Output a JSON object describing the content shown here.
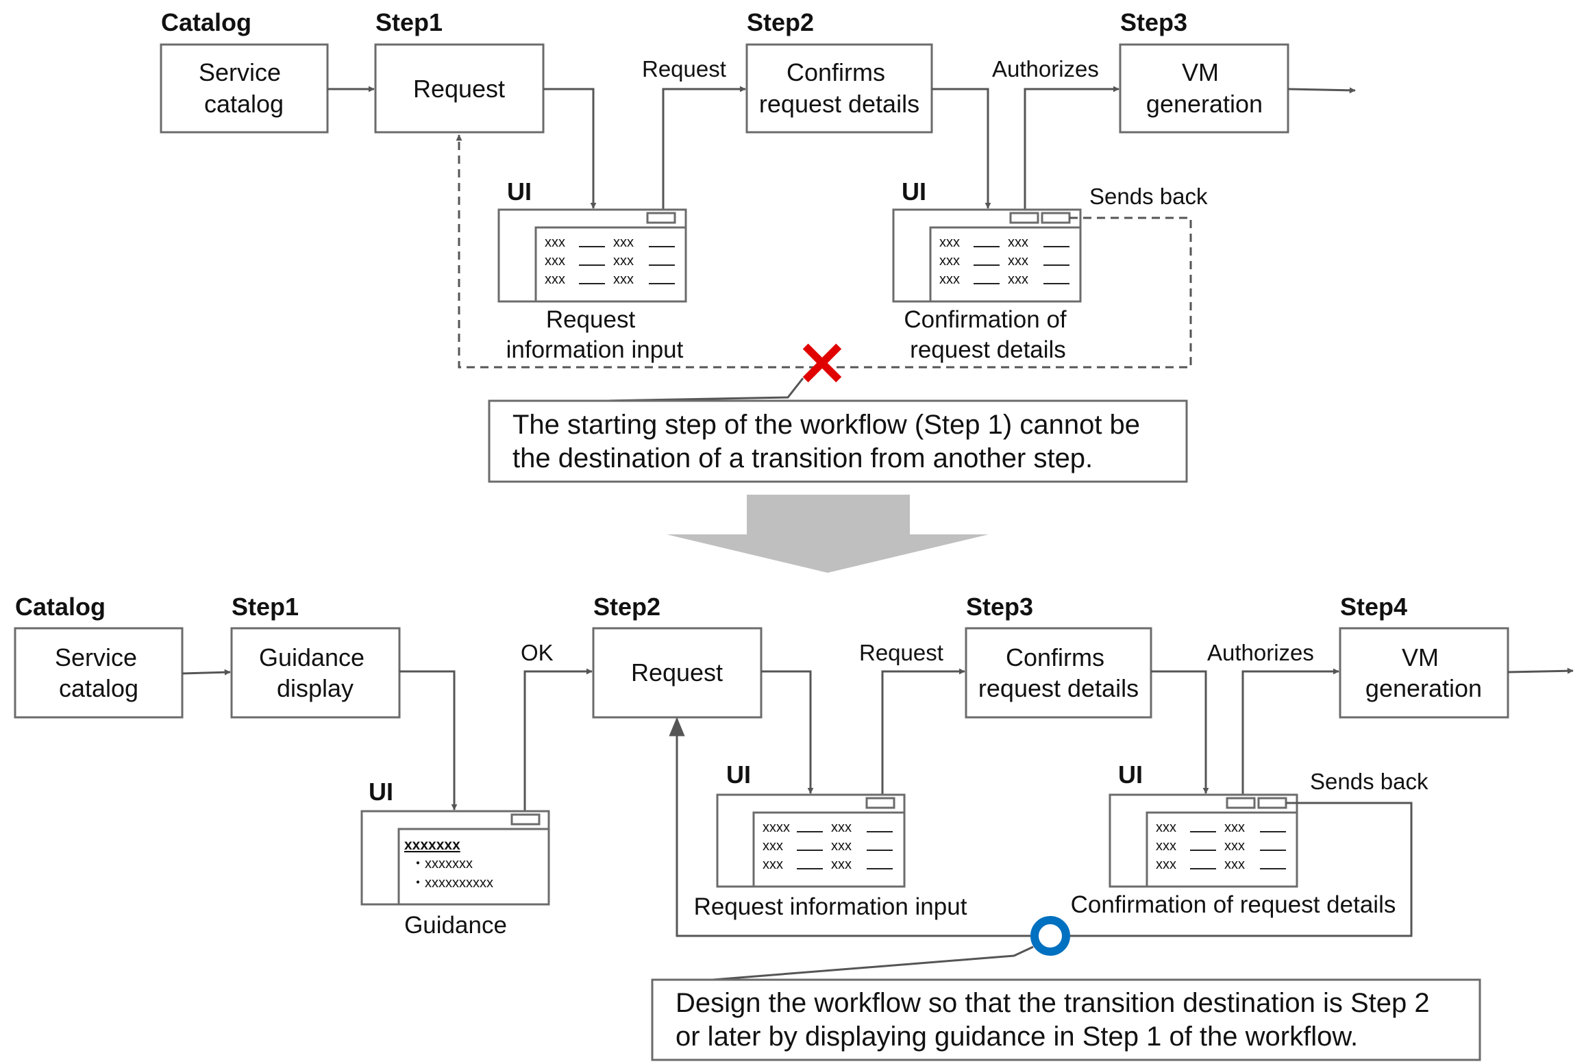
{
  "top": {
    "catalog": {
      "label": "Catalog",
      "text": [
        "Service",
        "catalog"
      ]
    },
    "step1": {
      "label": "Step1",
      "text": [
        "Request"
      ]
    },
    "step2": {
      "label": "Step2",
      "text": [
        "Confirms",
        "request details"
      ]
    },
    "step3": {
      "label": "Step3",
      "text": [
        "VM",
        "generation"
      ]
    },
    "edge_request": "Request",
    "edge_authorizes": "Authorizes",
    "sends_back": "Sends back",
    "ui1": {
      "label": "UI",
      "caption": [
        "Request",
        "information input"
      ],
      "rows": [
        "xxx",
        "xxx",
        "xxx"
      ]
    },
    "ui2": {
      "label": "UI",
      "caption": [
        "Confirmation of",
        "request details"
      ],
      "rows": [
        "xxx",
        "xxx",
        "xxx"
      ]
    },
    "note": [
      "The starting step of the workflow (Step 1) cannot be",
      "the destination of a transition from another step."
    ],
    "marker": "×"
  },
  "bottom": {
    "catalog": {
      "label": "Catalog",
      "text": [
        "Service",
        "catalog"
      ]
    },
    "step1": {
      "label": "Step1",
      "text": [
        "Guidance",
        "display"
      ]
    },
    "step2": {
      "label": "Step2",
      "text": [
        "Request"
      ]
    },
    "step3": {
      "label": "Step3",
      "text": [
        "Confirms",
        "request details"
      ]
    },
    "step4": {
      "label": "Step4",
      "text": [
        "VM",
        "generation"
      ]
    },
    "edge_ok": "OK",
    "edge_request": "Request",
    "edge_authorizes": "Authorizes",
    "sends_back": "Sends back",
    "ui_guidance": {
      "label": "UI",
      "caption": "Guidance",
      "title": "xxxxxxx",
      "bullets": [
        "・xxxxxxx",
        "・xxxxxxxxxx"
      ]
    },
    "ui_request": {
      "label": "UI",
      "caption": "Request information input",
      "rows": [
        "xxxx",
        "xxx",
        "xxx"
      ],
      "rows2": [
        "xxx",
        "xxx",
        "xxx"
      ]
    },
    "ui_confirm": {
      "label": "UI",
      "caption": "Confirmation of request details",
      "rows": [
        "xxx",
        "xxx",
        "xxx"
      ]
    },
    "note": [
      "Design the workflow so that the transition destination is Step 2",
      "or later by displaying guidance in Step 1 of the workflow."
    ]
  },
  "colors": {
    "cross": "#e00000",
    "circle": "#0070c0",
    "big_arrow": "#bfbfbf",
    "line": "#555555"
  }
}
